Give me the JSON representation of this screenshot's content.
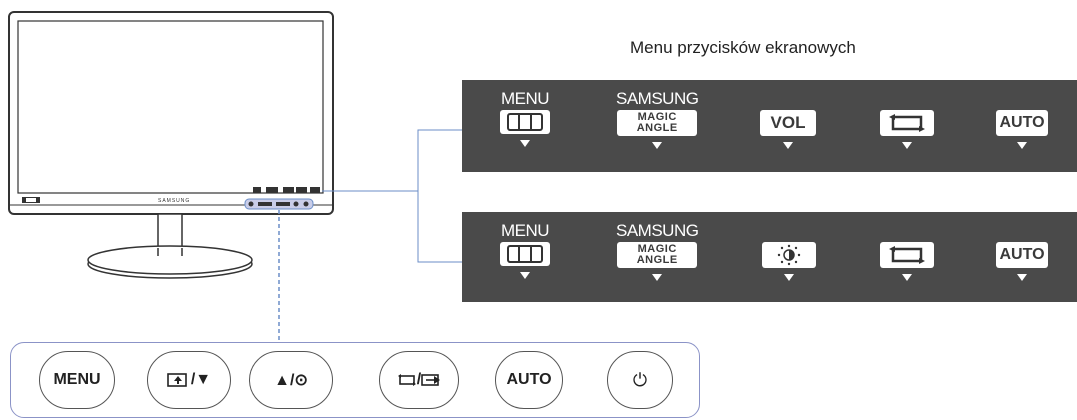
{
  "osd_caption": "Menu przycisków ekranowych",
  "monitor": {
    "brand": "SAMSUNG"
  },
  "osd_panels": [
    {
      "keys": [
        {
          "top": "MENU",
          "chip": "",
          "icon": "menu-grid-icon"
        },
        {
          "top": "SAMSUNG",
          "chip_line1": "MAGIC",
          "chip_line2": "ANGLE"
        },
        {
          "top": "",
          "chip": "VOL"
        },
        {
          "top": "",
          "chip": "",
          "icon": "source-swap-icon"
        },
        {
          "top": "",
          "chip": "AUTO"
        }
      ]
    },
    {
      "keys": [
        {
          "top": "MENU",
          "chip": "",
          "icon": "menu-grid-icon"
        },
        {
          "top": "SAMSUNG",
          "chip_line1": "MAGIC",
          "chip_line2": "ANGLE"
        },
        {
          "top": "",
          "chip": "",
          "icon": "brightness-icon"
        },
        {
          "top": "",
          "chip": "",
          "icon": "source-swap-icon"
        },
        {
          "top": "",
          "chip": "AUTO"
        }
      ]
    }
  ],
  "hardware_buttons": [
    {
      "label": "MENU"
    },
    {
      "label": "/▼",
      "icon": "input-up-icon"
    },
    {
      "label": "▲/⊙"
    },
    {
      "label": "/",
      "icon": "source-icon"
    },
    {
      "label": "AUTO"
    },
    {
      "label": "⏻",
      "icon": "power-icon"
    }
  ],
  "colors": {
    "panel_bg": "#4a4a4a",
    "connector": "#6b8ec7",
    "strip_border": "#8b93c7"
  }
}
